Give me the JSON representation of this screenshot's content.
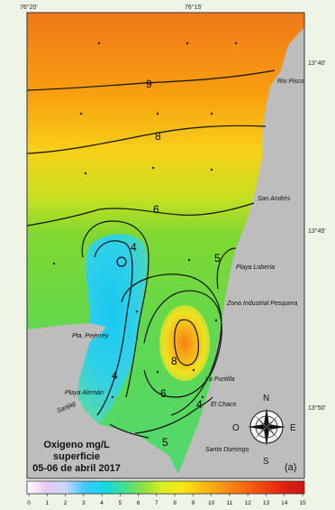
{
  "coordinates": {
    "top_left": "76°20'",
    "top_mid": "76°15'",
    "right_1": "13°40'",
    "right_2": "13°45'",
    "right_3": "13°50'"
  },
  "places": {
    "rio_pisco": "Rio Pisco",
    "san_andres": "San Andrés",
    "playa_loberia": "Playa Lobería",
    "zona_industrial": "Zona Industrial Pesquera",
    "pta_pejerrey": "Pta. Pejerrey",
    "playa_aleman": "Playa Alemán",
    "la_puntilla": "La Puntilla",
    "el_chaco": "El Chaco",
    "santo_domingo": "Santo Domingo",
    "sanjag": "Sanjag"
  },
  "contours": {
    "c9": "9",
    "c8": "8",
    "c6": "6",
    "c5a": "5",
    "c4a": "4",
    "c4b": "4",
    "c8b": "8",
    "c6b": "6",
    "c4c": "4",
    "c5b": "5"
  },
  "title": {
    "line1": "Oxigeno mg/L",
    "line2": "superficie",
    "line3": "05-06 de abril 2017"
  },
  "panel_label": "(a)",
  "compass": {
    "n": "N",
    "s": "S",
    "e": "E",
    "o": "O"
  },
  "colorbar": {
    "ticks": [
      "0",
      "1",
      "2",
      "3",
      "4",
      "5",
      "6",
      "7",
      "8",
      "9",
      "10",
      "11",
      "12",
      "13",
      "14",
      "15"
    ],
    "colors": [
      "#ffffff",
      "#e8c8f0",
      "#c8d8ff",
      "#40c8ff",
      "#10d8e8",
      "#40e090",
      "#90e040",
      "#d8f020",
      "#f8e818",
      "#f8c010",
      "#f89818",
      "#f87010",
      "#f04010",
      "#e02010",
      "#d01818"
    ]
  }
}
